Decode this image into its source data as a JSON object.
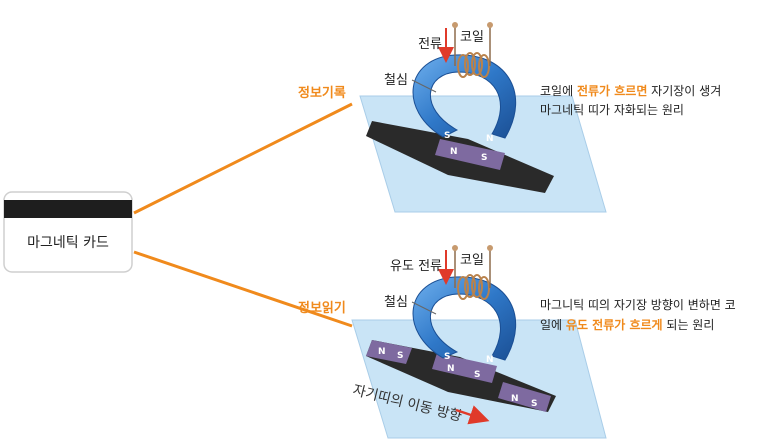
{
  "card": {
    "label": "마그네틱 카드"
  },
  "top": {
    "branch_label": "정보기록",
    "current_label": "전류",
    "coil_label": "코일",
    "core_label": "철심",
    "pole_s": "S",
    "pole_n": "N",
    "desc_line1_pre": "코일에 ",
    "desc_line1_hl": "전류가 흐르면",
    "desc_line1_post": " 자기장이 생겨",
    "desc_line2": "마그네틱 띠가 자화되는 원리"
  },
  "bottom": {
    "branch_label": "정보읽기",
    "current_label": "유도 전류",
    "coil_label": "코일",
    "core_label": "철심",
    "pole_s": "S",
    "pole_n": "N",
    "desc_line1": "마그니틱 띠의 자기장 방향이 변하면 코",
    "desc_line2_pre": "일에 ",
    "desc_line2_hl": "유도 전류가 흐르게",
    "desc_line2_post": " 되는 원리",
    "motion_label": "자기띠의 이동 방향"
  },
  "colors": {
    "orange": "#f08a1c",
    "magnet_blue": "#2f78c8",
    "card_blue": "#c9e4f6",
    "stripe": "#2a2a2a",
    "magnet_zone": "#7e6aa0",
    "arrow_red": "#e03a2a"
  }
}
